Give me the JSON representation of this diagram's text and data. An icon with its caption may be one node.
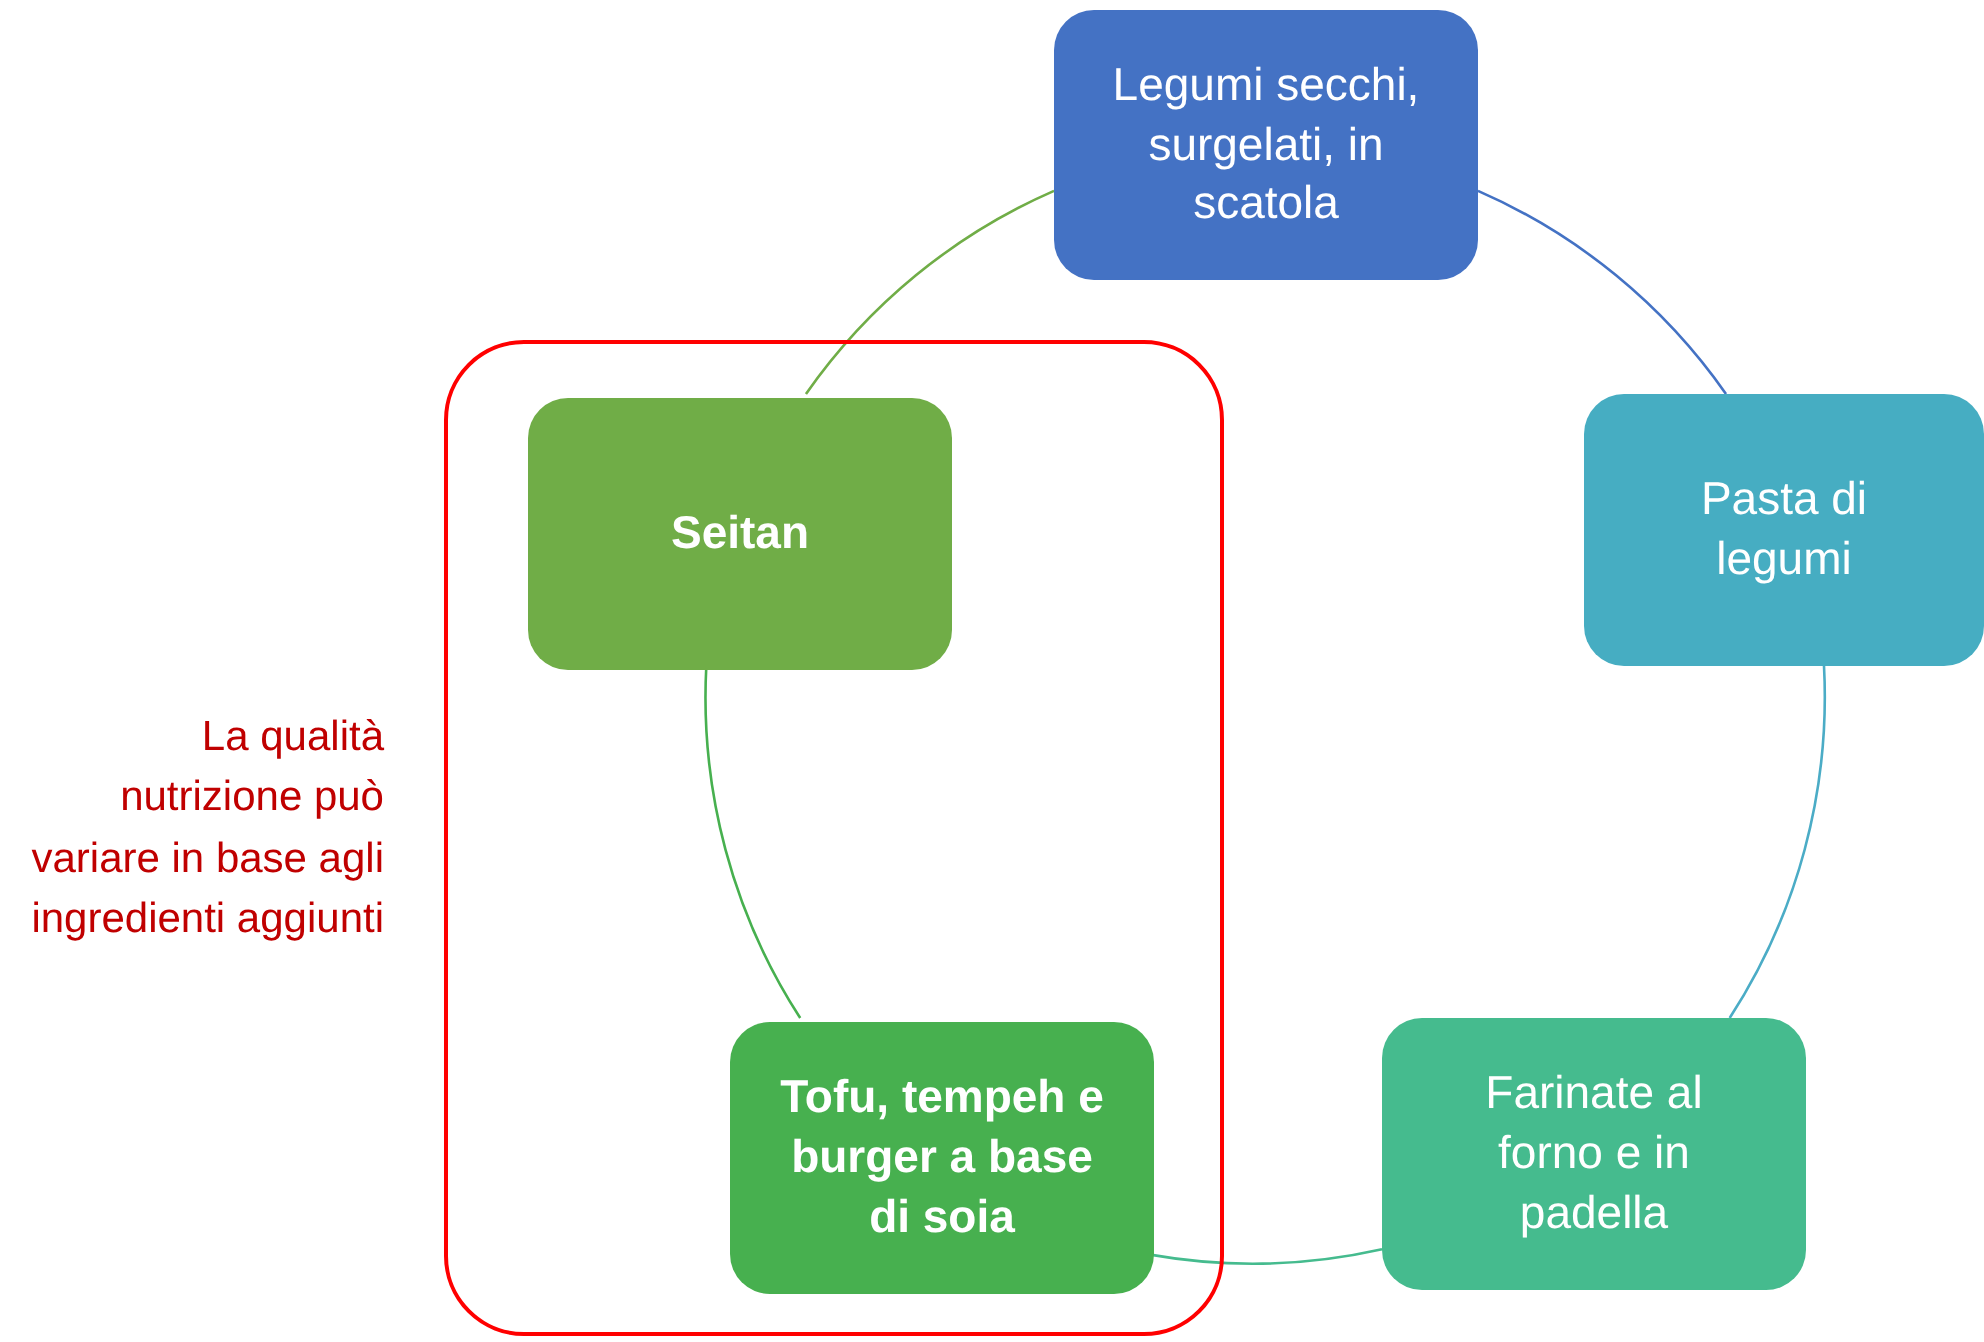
{
  "diagram": {
    "nodes": [
      {
        "text": [],
        "shape": "box",
        "beside": [
          "La qualità nutrizione può variare in base agli ingredienti aggiunti"
        ]
      },
      {
        "text": [
          "Legumi secchi, surgelati, in scatola"
        ]
      },
      {
        "text": [
          "Pasta di legumi"
        ]
      },
      {
        "text": [
          "Farinate al forno e in padella"
        ]
      },
      {
        "text": [
          "Tofu, tempeh e burger a base di soia"
        ],
        "in": 0
      },
      {
        "text": [
          "Seitan"
        ],
        "in": 0
      }
    ],
    "edges": [
      {
        "from": 1,
        "to": 2,
        "arrow": "none",
        "color": "#4472c4"
      },
      {
        "from": 2,
        "to": 3,
        "arrow": "none",
        "color": "#4bacc6"
      },
      {
        "from": 3,
        "to": 4,
        "arrow": "none",
        "color": "#45bb8e"
      },
      {
        "from": 4,
        "to": 5,
        "arrow": "none",
        "color": "#47b04f"
      },
      {
        "from": 5,
        "to": 1,
        "arrow": "none",
        "color": "#70ad47"
      }
    ]
  }
}
